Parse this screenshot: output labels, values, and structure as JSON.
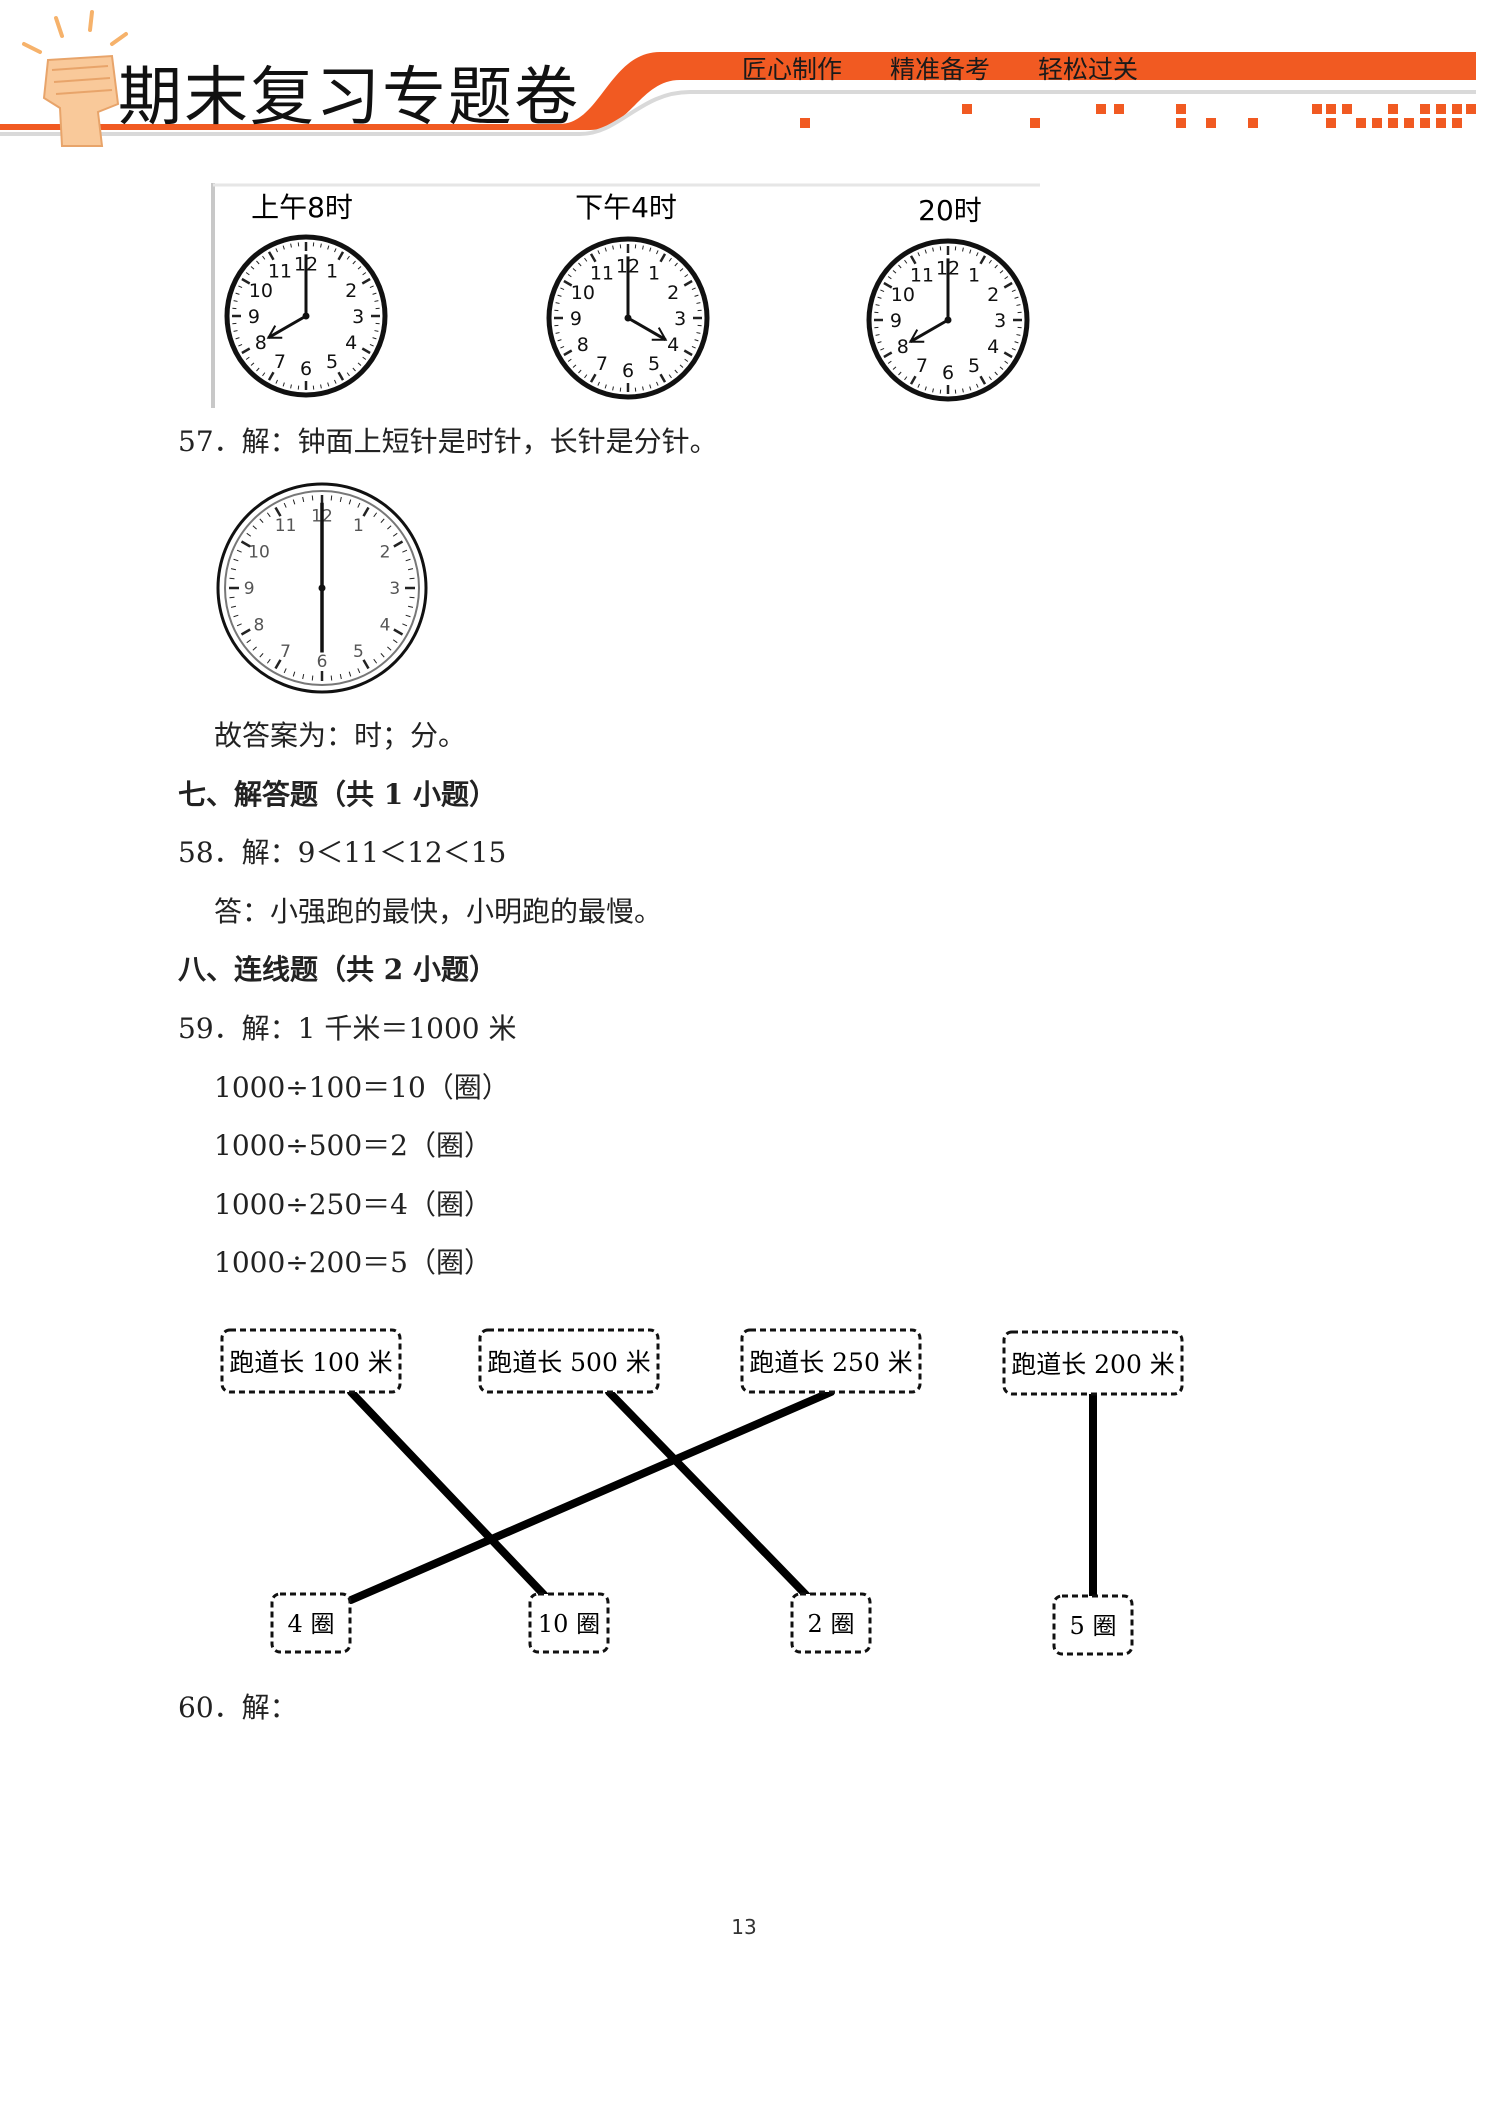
{
  "header": {
    "title": "期末复习专题卷",
    "tagline": [
      "匠心制作",
      "精准备考",
      "轻松过关"
    ],
    "colors": {
      "accent": "#f15a22",
      "accent_dark": "#e04a12"
    }
  },
  "clocks_figure": {
    "clocks": [
      {
        "label": "上午8时",
        "hour": 8,
        "minute": 0
      },
      {
        "label": "下午4时",
        "hour": 4,
        "minute": 0
      },
      {
        "label": "20时",
        "hour": 8,
        "minute": 0
      }
    ],
    "dial_numbers": [
      "12",
      "1",
      "2",
      "3",
      "4",
      "5",
      "6",
      "7",
      "8",
      "9",
      "10",
      "11"
    ]
  },
  "q57": {
    "line": "57．解：钟面上短针是时针，长针是分针。",
    "answer_clock": {
      "hour": 6,
      "minute": 0
    },
    "answer": "故答案为：时；分。"
  },
  "section7": {
    "heading": "七、解答题（共 1 小题）"
  },
  "q58": {
    "line": "58．解：9＜11＜12＜15",
    "answer": "答：小强跑的最快，小明跑的最慢。"
  },
  "section8": {
    "heading": "八、连线题（共 2 小题）"
  },
  "q59": {
    "line": "59．解：1 千米＝1000 米",
    "steps": [
      "1000÷100＝10（圈）",
      "1000÷500＝2（圈）",
      "1000÷250＝4（圈）",
      "1000÷200＝5（圈）"
    ]
  },
  "matching": {
    "top": [
      "跑道长 100 米",
      "跑道长 500 米",
      "跑道长 250 米",
      "跑道长 200 米"
    ],
    "bottom": [
      "4 圈",
      "10 圈",
      "2 圈",
      "5 圈"
    ],
    "connections": [
      [
        0,
        1
      ],
      [
        1,
        2
      ],
      [
        2,
        0
      ],
      [
        3,
        3
      ]
    ]
  },
  "q60": {
    "line": "60．解："
  },
  "page_number": "13"
}
